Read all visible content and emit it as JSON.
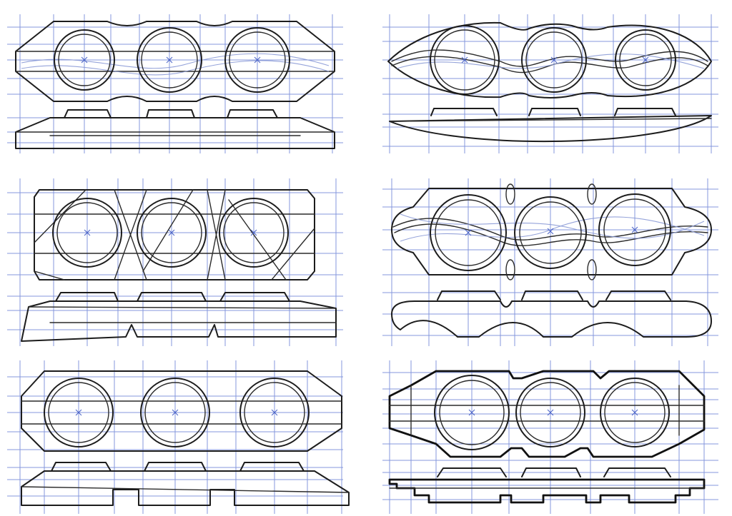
{
  "sheet": {
    "ink_color": "#1c1c1c",
    "guide_color": "#6f86d6"
  },
  "sketches": [
    {
      "id": "A",
      "outline": "bevelled-slab",
      "holes": 3,
      "base": "chamfered-plinth"
    },
    {
      "id": "B",
      "outline": "lens-pod",
      "holes": 3,
      "base": "curved-hull"
    },
    {
      "id": "C",
      "outline": "diagonal-faceted-block",
      "holes": 3,
      "base": "notched-plinth"
    },
    {
      "id": "D",
      "outline": "pinched-capsule",
      "holes": 3,
      "base": "scalloped-hull"
    },
    {
      "id": "E",
      "outline": "long-hexagonal-slab",
      "holes": 3,
      "base": "slotted-plinth"
    },
    {
      "id": "F",
      "outline": "stepped-crenellated-block",
      "holes": 3,
      "base": "stepped-plinth"
    }
  ]
}
